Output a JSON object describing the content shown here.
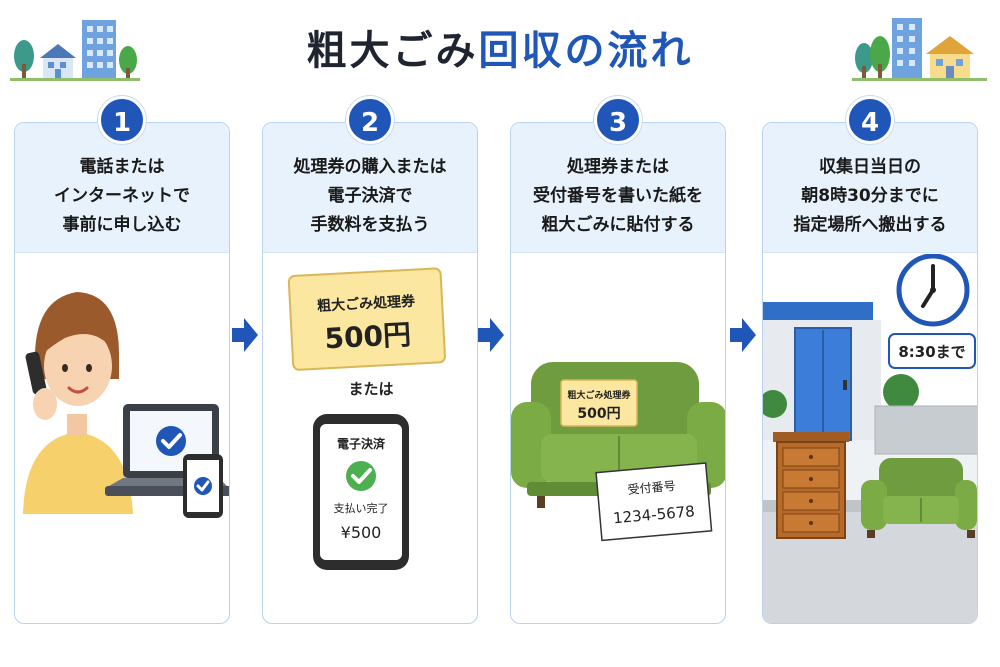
{
  "title": {
    "part1": "粗大ごみ",
    "part2": "回収の流れ"
  },
  "colors": {
    "accent": "#1f56b8",
    "panel": "#e8f2fc",
    "border": "#b9d2ee",
    "sofa": "#7aab45",
    "ticket": "#fbe7a0"
  },
  "steps": [
    {
      "number": "1",
      "lines": [
        "電話または",
        "インターネットで",
        "事前に申し込む"
      ],
      "icons": [
        "person-phone-icon",
        "laptop-icon",
        "smartphone-icon",
        "check-icon"
      ]
    },
    {
      "number": "2",
      "lines": [
        "処理券の購入または",
        "電子決済で",
        "手数料を支払う"
      ],
      "ticket": {
        "name": "粗大ごみ処理券",
        "price": "500円"
      },
      "or_text": "または",
      "phone": {
        "label": "電子決済",
        "status": "支払い完了",
        "amount": "¥500"
      }
    },
    {
      "number": "3",
      "lines": [
        "処理券または",
        "受付番号を書いた紙を",
        "粗大ごみに貼付する"
      ],
      "ticket": {
        "name": "粗大ごみ処理券",
        "price": "500円"
      },
      "paper": {
        "label": "受付番号",
        "number": "1234-5678"
      }
    },
    {
      "number": "4",
      "lines": [
        "収集日当日の",
        "朝8時30分までに",
        "指定場所へ搬出する"
      ],
      "clock_label": "8:30まで",
      "icons": [
        "clock-icon",
        "house-icon",
        "dresser-icon",
        "sofa-icon"
      ]
    }
  ]
}
